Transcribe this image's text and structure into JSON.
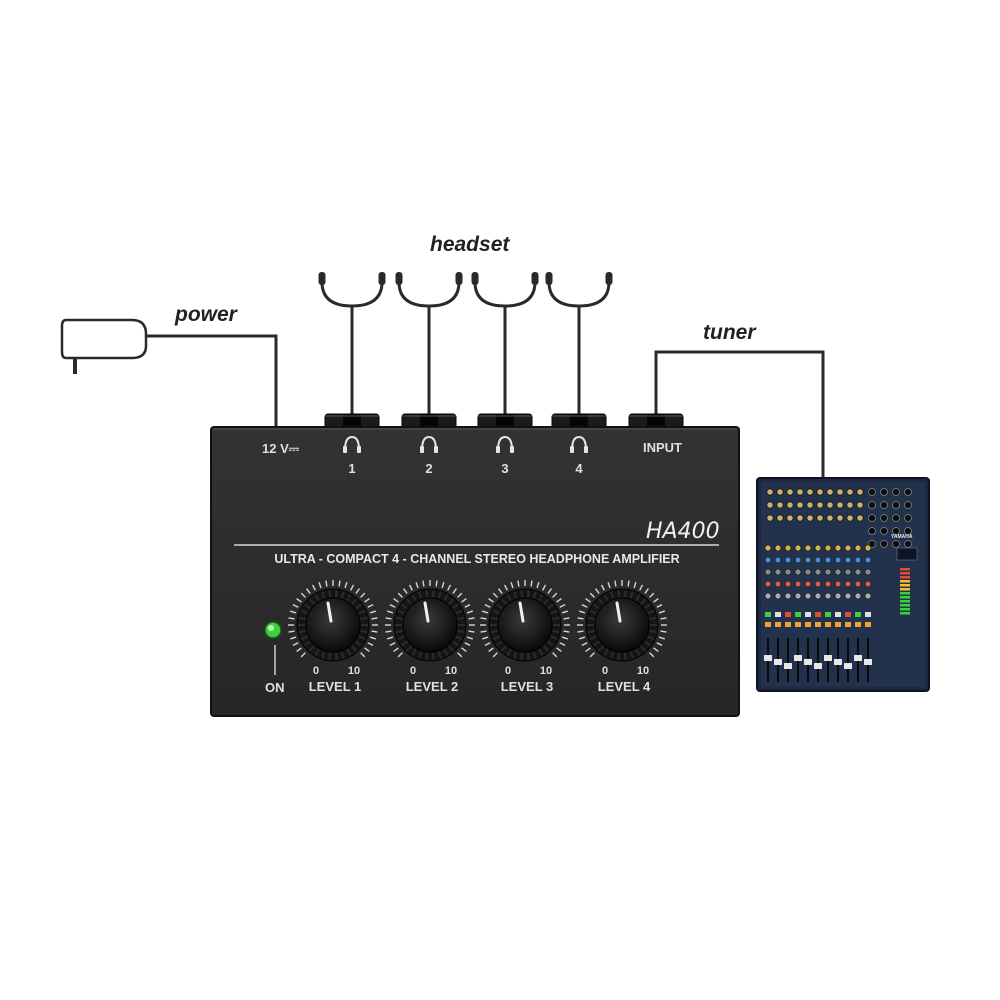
{
  "labels": {
    "headset": "headset",
    "power": "power",
    "tuner": "tuner"
  },
  "device": {
    "voltage_label": "12 V⎓",
    "ports": [
      "1",
      "2",
      "3",
      "4"
    ],
    "input_label": "INPUT",
    "model": "HA400",
    "description": "ULTRA - COMPACT 4 - CHANNEL STEREO HEADPHONE AMPLIFIER",
    "power_label": "ON",
    "knobs": [
      {
        "label": "LEVEL 1",
        "min": "0",
        "max": "10"
      },
      {
        "label": "LEVEL 2",
        "min": "0",
        "max": "10"
      },
      {
        "label": "LEVEL 3",
        "min": "0",
        "max": "10"
      },
      {
        "label": "LEVEL 4",
        "min": "0",
        "max": "10"
      }
    ]
  },
  "mixer": {
    "brand": "YAMAHA"
  },
  "colors": {
    "device_body": "#2b2b2b",
    "cable": "#2a2a2a",
    "led": "#3ad13a",
    "mixer_body": "#1d2a3f"
  }
}
